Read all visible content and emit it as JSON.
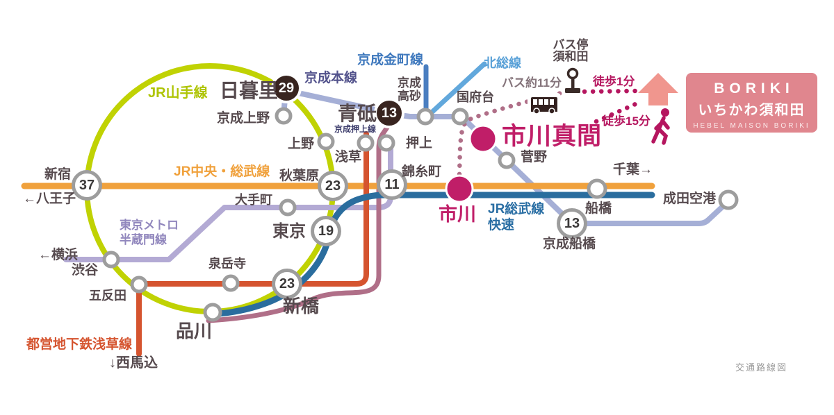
{
  "title": "交通路線図",
  "property_card": {
    "name_en": "BORIKI",
    "name_ja": "いちかわ須和田",
    "subtitle": "HEBEL MAISON BORIKI"
  },
  "access": {
    "bus_stop_line1": "バス停",
    "bus_stop_line2": "須和田",
    "bus_time": "バス約11分",
    "walk_from_bus": "徒歩1分",
    "walk_from_station": "徒歩15分"
  },
  "line_labels": {
    "yamanote": "JR山手線",
    "chuo_sobu": "JR中央・総武線",
    "keisei_main": "京成本線",
    "keisei_oshiage": "京成押上線",
    "kanamachi": "京成金町線",
    "hokuso": "北総線",
    "hanzomon1": "東京メトロ",
    "hanzomon2": "半蔵門線",
    "sobu_rapid1": "JR総武線",
    "sobu_rapid2": "快速",
    "asakusa_line": "都営地下鉄浅草線"
  },
  "endpoints": {
    "hachioji": "←八王子",
    "yokohama": "←横浜",
    "nishimagome": "↓西馬込",
    "chiba": "千葉→"
  },
  "stations": {
    "shinjuku": "新宿",
    "nippori": "日暮里",
    "keisei_ueno": "京成上野",
    "ueno": "上野",
    "asakusa": "浅草",
    "aoto": "青砥",
    "takasago1": "京成",
    "takasago2": "高砂",
    "konodai": "国府台",
    "oshiage": "押上",
    "kinshicho": "錦糸町",
    "akihabara": "秋葉原",
    "otemachi": "大手町",
    "tokyo": "東京",
    "sengakuji": "泉岳寺",
    "shibuya": "渋谷",
    "gotanda": "五反田",
    "shinagawa": "品川",
    "shimbashi": "新橋",
    "ichikawamama": "市川真間",
    "sugano": "菅野",
    "ichikawa": "市川",
    "funabashi": "船橋",
    "keisei_funabashi": "京成船橋",
    "narita_airport": "成田空港"
  },
  "badges": {
    "shinjuku": "37",
    "nippori": "29",
    "aoto": "13",
    "akihabara": "23",
    "kinshicho": "11",
    "tokyo": "19",
    "shimbashi": "23",
    "keisei_funabashi": "13"
  },
  "colors": {
    "yamanote_green": "#c0d203",
    "chuo_sobu_orange": "#f0a13c",
    "sobu_rapid_blue": "#2a6d9e",
    "keisei_periwinkle": "#a5afd6",
    "hanzomon_lavender": "#b3aad4",
    "asakusa_red": "#d5542f",
    "oshiage_mauve": "#b06f88",
    "kanamachi_blue": "#4a7ec0",
    "hokuso_blue": "#62a8dc",
    "accent_magenta": "#c01e68",
    "dark_badge_brown": "#38241f",
    "card_pink": "#e0868e",
    "text_dark": "#564a4e"
  }
}
